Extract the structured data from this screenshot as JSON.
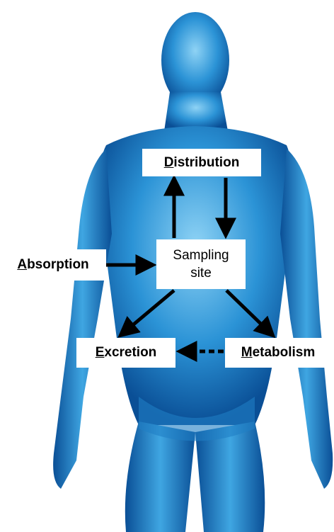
{
  "colors": {
    "body_light": "#8fd3f5",
    "body_mid": "#2b93d6",
    "body_dark": "#0a4f96",
    "arrow": "#000000",
    "box_fill": "#ffffff"
  },
  "nodes": {
    "distribution": {
      "first": "D",
      "rest": "istribution"
    },
    "absorption": {
      "first": "A",
      "rest": "bsorption"
    },
    "sampling": {
      "line1": "Sampling",
      "line2": "site"
    },
    "excretion": {
      "first": "E",
      "rest": "xcretion"
    },
    "metabolism": {
      "first": "M",
      "rest": "etabolism"
    }
  },
  "edges": [
    {
      "from": "sampling",
      "to": "distribution",
      "style": "solid"
    },
    {
      "from": "distribution",
      "to": "sampling",
      "style": "solid"
    },
    {
      "from": "absorption",
      "to": "sampling",
      "style": "solid"
    },
    {
      "from": "sampling",
      "to": "excretion",
      "style": "solid"
    },
    {
      "from": "sampling",
      "to": "metabolism",
      "style": "solid"
    },
    {
      "from": "metabolism",
      "to": "excretion",
      "style": "dashed"
    }
  ]
}
